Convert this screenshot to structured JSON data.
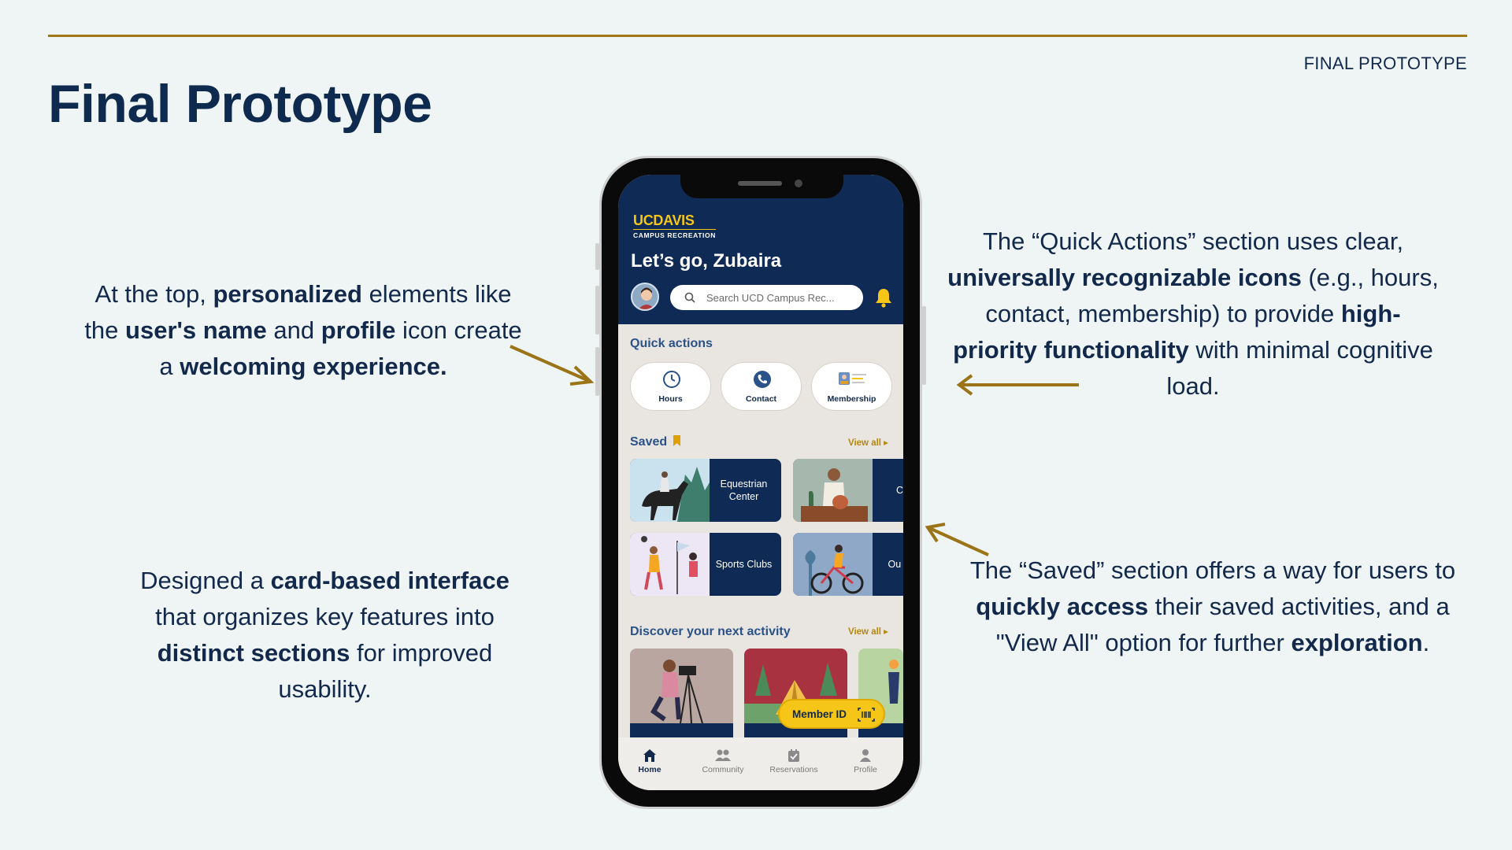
{
  "slide": {
    "header_label": "FINAL PROTOTYPE",
    "title": "Final Prototype"
  },
  "notes": {
    "personalized": [
      {
        "t": "At the top, ",
        "b": false
      },
      {
        "t": "personalized",
        "b": true
      },
      {
        "t": " elements like the ",
        "b": false
      },
      {
        "t": "user's name",
        "b": true
      },
      {
        "t": " and ",
        "b": false
      },
      {
        "t": "profile",
        "b": true
      },
      {
        "t": " icon create a ",
        "b": false
      },
      {
        "t": "welcoming experience.",
        "b": true
      }
    ],
    "cards": [
      {
        "t": "Designed a ",
        "b": false
      },
      {
        "t": "card-based interface",
        "b": true
      },
      {
        "t": " that organizes key features into ",
        "b": false
      },
      {
        "t": "distinct sections",
        "b": true
      },
      {
        "t": " for improved usability.",
        "b": false
      }
    ],
    "quick_actions": [
      {
        "t": "The “Quick Actions” section uses clear, ",
        "b": false
      },
      {
        "t": "universally recognizable icons",
        "b": true
      },
      {
        "t": " (e.g., hours, contact, membership) to provide ",
        "b": false
      },
      {
        "t": "high-priority functionality",
        "b": true
      },
      {
        "t": " with minimal cognitive load.",
        "b": false
      }
    ],
    "saved": [
      {
        "t": "The “Saved” section offers a way for users to ",
        "b": false
      },
      {
        "t": "quickly access",
        "b": true
      },
      {
        "t": " their saved activities, and a \"View All\" option for further ",
        "b": false
      },
      {
        "t": "exploration",
        "b": true
      },
      {
        "t": ".",
        "b": false
      }
    ]
  },
  "app": {
    "brand": "UCDAVIS",
    "brand_sub": "CAMPUS RECREATION",
    "greeting": "Let’s go, Zubaira",
    "search_placeholder": "Search UCD Campus Rec...",
    "quick_actions_title": "Quick actions",
    "quick_actions": [
      {
        "label": "Hours",
        "icon": "clock-icon"
      },
      {
        "label": "Contact",
        "icon": "phone-icon"
      },
      {
        "label": "Membership",
        "icon": "membership-card-icon"
      }
    ],
    "saved_title": "Saved",
    "saved_view_all": "View all",
    "saved_cards": [
      "Equestrian Center",
      "Craft",
      "Sports Clubs",
      "Ou Adve"
    ],
    "discover_title": "Discover your next activity",
    "discover_view_all": "View all",
    "member_id": "Member ID",
    "tabs": [
      {
        "label": "Home",
        "icon": "home-icon",
        "active": true
      },
      {
        "label": "Community",
        "icon": "community-icon",
        "active": false
      },
      {
        "label": "Reservations",
        "icon": "reservations-icon",
        "active": false
      },
      {
        "label": "Profile",
        "icon": "profile-icon",
        "active": false
      }
    ]
  },
  "colors": {
    "navy": "#0e2a55",
    "gold": "#f5c518",
    "accent_rule": "#a07818",
    "background": "#eff4f4"
  }
}
